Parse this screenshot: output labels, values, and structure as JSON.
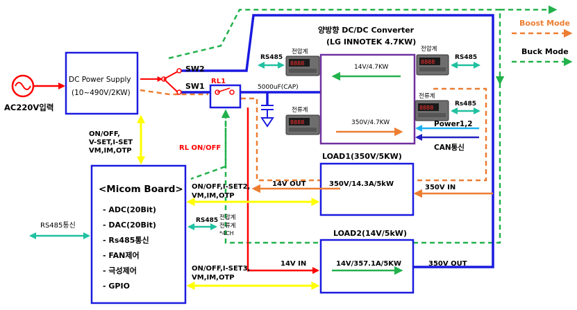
{
  "legend": {
    "boost": "Boost Mode",
    "buck": "Buck Mode"
  },
  "ac_source": {
    "label": "AC220V입력"
  },
  "power_supply": {
    "line1": "DC Power Supply",
    "line2": "(10~490V/2KW)"
  },
  "switches": {
    "sw1": "SW1",
    "sw2": "SW2",
    "rl1": "RL1"
  },
  "capacitor": {
    "label": "5000uF(CAP)"
  },
  "converter": {
    "title1": "양방향 DC/DC Converter",
    "title2": "(LG INNOTEK 4.7KW)",
    "low_side": "14V/4.7KW",
    "high_side": "350V/4.7KW"
  },
  "meters": {
    "voltmeter": "전압계",
    "ammeter": "전류계",
    "rs485_left": "RS485",
    "rs485_right": "RS485",
    "rs485_lower_right": "Rs485"
  },
  "converter_inputs": {
    "power": "Power1,2",
    "can": "CAN통신"
  },
  "load1": {
    "title": "LOAD1(350V/5KW)",
    "rating": "350V/14.3A/5kW",
    "out": "14V OUT",
    "in": "350V IN"
  },
  "load2": {
    "title": "LOAD2(14V/5kW)",
    "rating": "14V/357.1A/5KW",
    "in": "14V IN",
    "out": "350V OUT"
  },
  "micom": {
    "title": "<Micom Board>",
    "items": [
      "- ADC(20Bit)",
      "- DAC(20Bit)",
      "- Rs485통신",
      "- FAN제어",
      "- 극성제어",
      "- GPIO"
    ],
    "rs485_ext": "RS485통신",
    "rs485_meter": "RS485",
    "meter_note": [
      "전압계",
      "전류계",
      "*4CH"
    ]
  },
  "signals": {
    "psu_ctrl": [
      "ON/OFF,",
      "V-SET,I-SET",
      "VM,IM,OTP"
    ],
    "rl_ctrl": "RL ON/OFF",
    "load1_ctrl": [
      "ON/OFF,I-SET2,",
      "VM,IM,OTP"
    ],
    "load2_ctrl": [
      "ON/OFF,I-SET3,",
      "VM,IM,OTP"
    ]
  },
  "colors": {
    "blue": "#1a1adf",
    "purple": "#7030a0",
    "red": "#ff0000",
    "orange": "#ed7d31",
    "green": "#22b14c",
    "teal": "#20c0a0",
    "yellow": "#ffff00",
    "cyan": "#1ab0f0",
    "darkblue": "#2020c0"
  }
}
